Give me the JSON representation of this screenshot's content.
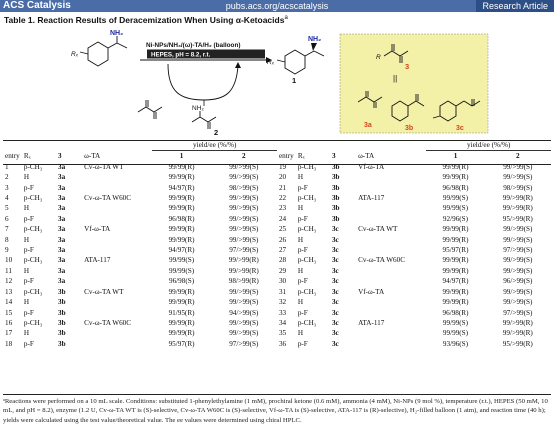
{
  "header": {
    "journal": "ACS Catalysis",
    "url": "pubs.acs.org/acscatalysis",
    "article_type": "Research Article"
  },
  "table_title": "Table 1. Reaction Results of Deracemization When Using α-Ketoacids",
  "table_title_note": "a",
  "scheme": {
    "amine_label": "NH₂",
    "r_label": "Rₓ",
    "conditions_top": "Ni-NPs/NH₃/(ω)-TA/H₂ (balloon)",
    "conditions_bottom": "HEPES, pH = 8.2, r.t.",
    "product_number": "1",
    "ketoacid_number": "2",
    "ketoacid_nh2": "NH₂",
    "box_r_label": "R",
    "box_number": "3",
    "box_parallel": "||",
    "compounds": [
      "3a",
      "3b",
      "3c"
    ]
  },
  "columns": {
    "entry": "entry",
    "r": "Rₓ",
    "three": "3",
    "ta": "ω-TA",
    "yield_ee": "yield/ee (%/%)",
    "one": "1",
    "two": "2"
  },
  "rows_left": [
    {
      "entry": "1",
      "r": "p-CH₃",
      "k": "3a",
      "ta": "Cv-ω-TA WT",
      "y1": "99/99(R)",
      "y2": "99/>99(S)"
    },
    {
      "entry": "2",
      "r": "H",
      "k": "3a",
      "ta": "",
      "y1": "99/99(R)",
      "y2": "99/>99(S)"
    },
    {
      "entry": "3",
      "r": "p-F",
      "k": "3a",
      "ta": "",
      "y1": "94/97(R)",
      "y2": "98/>99(S)"
    },
    {
      "entry": "4",
      "r": "p-CH₃",
      "k": "3a",
      "ta": "Cv-ω-TA W60C",
      "y1": "99/99(R)",
      "y2": "99/>99(S)"
    },
    {
      "entry": "5",
      "r": "H",
      "k": "3a",
      "ta": "",
      "y1": "99/99(R)",
      "y2": "99/>99(S)"
    },
    {
      "entry": "6",
      "r": "p-F",
      "k": "3a",
      "ta": "",
      "y1": "96/98(R)",
      "y2": "99/>99(S)"
    },
    {
      "entry": "7",
      "r": "p-CH₃",
      "k": "3a",
      "ta": "Vf-ω-TA",
      "y1": "99/99(R)",
      "y2": "99/>99(S)"
    },
    {
      "entry": "8",
      "r": "H",
      "k": "3a",
      "ta": "",
      "y1": "99/99(R)",
      "y2": "99/>99(S)"
    },
    {
      "entry": "9",
      "r": "p-F",
      "k": "3a",
      "ta": "",
      "y1": "94/97(R)",
      "y2": "97/>99(S)"
    },
    {
      "entry": "10",
      "r": "p-CH₃",
      "k": "3a",
      "ta": "ATA-117",
      "y1": "99/99(S)",
      "y2": "99/>99(R)"
    },
    {
      "entry": "11",
      "r": "H",
      "k": "3a",
      "ta": "",
      "y1": "99/99(S)",
      "y2": "99/>99(R)"
    },
    {
      "entry": "12",
      "r": "p-F",
      "k": "3a",
      "ta": "",
      "y1": "96/98(S)",
      "y2": "98/>99(R)"
    },
    {
      "entry": "13",
      "r": "p-CH₃",
      "k": "3b",
      "ta": "Cv-ω-TA WT",
      "y1": "99/99(R)",
      "y2": "99/>99(S)"
    },
    {
      "entry": "14",
      "r": "H",
      "k": "3b",
      "ta": "",
      "y1": "99/99(R)",
      "y2": "99/>99(S)"
    },
    {
      "entry": "15",
      "r": "p-F",
      "k": "3b",
      "ta": "",
      "y1": "91/95(R)",
      "y2": "94/>99(S)"
    },
    {
      "entry": "16",
      "r": "p-CH₃",
      "k": "3b",
      "ta": "Cv-ω-TA W60C",
      "y1": "99/99(R)",
      "y2": "99/>99(S)"
    },
    {
      "entry": "17",
      "r": "H",
      "k": "3b",
      "ta": "",
      "y1": "99/99(R)",
      "y2": "99/>99(S)"
    },
    {
      "entry": "18",
      "r": "p-F",
      "k": "3b",
      "ta": "",
      "y1": "95/97(R)",
      "y2": "97/>99(S)"
    }
  ],
  "rows_right": [
    {
      "entry": "19",
      "r": "p-CH₃",
      "k": "3b",
      "ta": "Vf-ω-TA",
      "y1": "99/99(R)",
      "y2": "99/>99(S)"
    },
    {
      "entry": "20",
      "r": "H",
      "k": "3b",
      "ta": "",
      "y1": "99/99(R)",
      "y2": "99/>99(S)"
    },
    {
      "entry": "21",
      "r": "p-F",
      "k": "3b",
      "ta": "",
      "y1": "96/98(R)",
      "y2": "98/>99(S)"
    },
    {
      "entry": "22",
      "r": "p-CH₃",
      "k": "3b",
      "ta": "ATA-117",
      "y1": "99/99(S)",
      "y2": "99/>99(R)"
    },
    {
      "entry": "23",
      "r": "H",
      "k": "3b",
      "ta": "",
      "y1": "99/99(S)",
      "y2": "99/>99(R)"
    },
    {
      "entry": "24",
      "r": "p-F",
      "k": "3b",
      "ta": "",
      "y1": "92/96(S)",
      "y2": "95/>99(R)"
    },
    {
      "entry": "25",
      "r": "p-CH₃",
      "k": "3c",
      "ta": "Cv-ω-TA WT",
      "y1": "99/99(R)",
      "y2": "99/>99(S)"
    },
    {
      "entry": "26",
      "r": "H",
      "k": "3c",
      "ta": "",
      "y1": "99/99(R)",
      "y2": "99/>99(S)"
    },
    {
      "entry": "27",
      "r": "p-F",
      "k": "3c",
      "ta": "",
      "y1": "95/97(R)",
      "y2": "97/>99(S)"
    },
    {
      "entry": "28",
      "r": "p-CH₃",
      "k": "3c",
      "ta": "Cv-ω-TA W60C",
      "y1": "99/99(R)",
      "y2": "99/>99(S)"
    },
    {
      "entry": "29",
      "r": "H",
      "k": "3c",
      "ta": "",
      "y1": "99/99(R)",
      "y2": "99/>99(S)"
    },
    {
      "entry": "30",
      "r": "p-F",
      "k": "3c",
      "ta": "",
      "y1": "94/97(R)",
      "y2": "96/>99(S)"
    },
    {
      "entry": "31",
      "r": "p-CH₃",
      "k": "3c",
      "ta": "Vf-ω-TA",
      "y1": "99/99(R)",
      "y2": "99/>99(S)"
    },
    {
      "entry": "32",
      "r": "H",
      "k": "3c",
      "ta": "",
      "y1": "99/99(R)",
      "y2": "99/>99(S)"
    },
    {
      "entry": "33",
      "r": "p-F",
      "k": "3c",
      "ta": "",
      "y1": "96/98(R)",
      "y2": "97/>99(S)"
    },
    {
      "entry": "34",
      "r": "p-CH₃",
      "k": "3c",
      "ta": "ATA-117",
      "y1": "99/99(S)",
      "y2": "99/>99(R)"
    },
    {
      "entry": "35",
      "r": "H",
      "k": "3c",
      "ta": "",
      "y1": "99/99(S)",
      "y2": "99/>99(R)"
    },
    {
      "entry": "36",
      "r": "p-F",
      "k": "3c",
      "ta": "",
      "y1": "93/96(S)",
      "y2": "95/>99(R)"
    }
  ],
  "footnote": "ᵃReactions were performed on a 10 mL scale. Conditions: substituted 1-phenylethylamine (1 mM), prochiral ketone (0.6 mM), ammonia (4 mM), Ni-NPs (9 mol %), temperature (r.t.), HEPES (50 mM, 10 mL, and pH = 8.2), enzyme (1.2 U, Cv-ω-TA WT is (S)-selective, Cv-ω-TA W60C is (S)-selective, Vf-ω-TA is (S)-selective, ATA-117 is (R)-selective), H₂-filled balloon (1 atm), and reaction time (40 h); yields were calculated using the test value/theoretical value. The ee values were determined using chiral HPLC.",
  "colors": {
    "header_bar": "#4a6da7",
    "badge": "#2d4f87",
    "compound_box": "#f3f0a8",
    "compound_label": "#d4441c"
  }
}
